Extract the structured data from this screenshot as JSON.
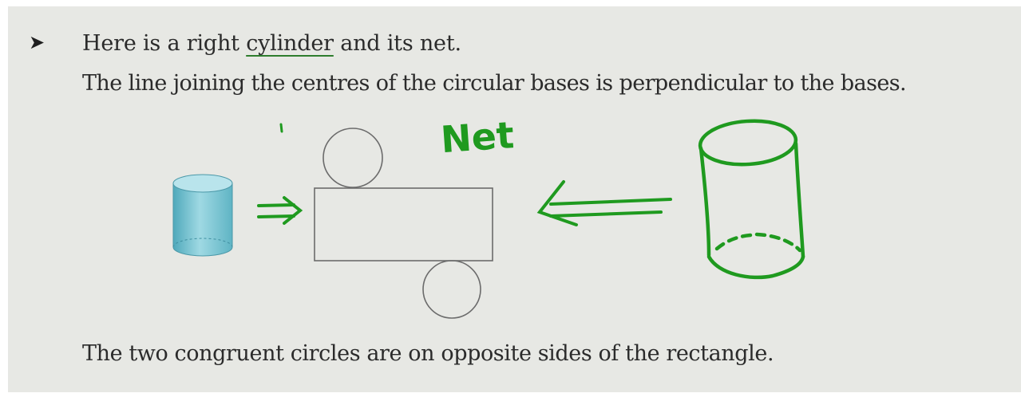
{
  "bullet_symbol": "➤",
  "intro": {
    "before": "Here is a right ",
    "keyword": "cylinder",
    "after": " and its net."
  },
  "sentence2": "The line joining the centres of the circular bases is perpendicular to the bases.",
  "sentence3": "The two congruent circles are on opposite sides of the rectangle.",
  "annotations": {
    "net_label": "Net",
    "arrow_right": "⇒",
    "ink_color": "#1f9a1f"
  },
  "colors": {
    "paper": "#e7e8e4",
    "text": "#2b2b2b",
    "cylinder_fill": "#7cc6d4",
    "net_outline": "#6b6b6b"
  }
}
